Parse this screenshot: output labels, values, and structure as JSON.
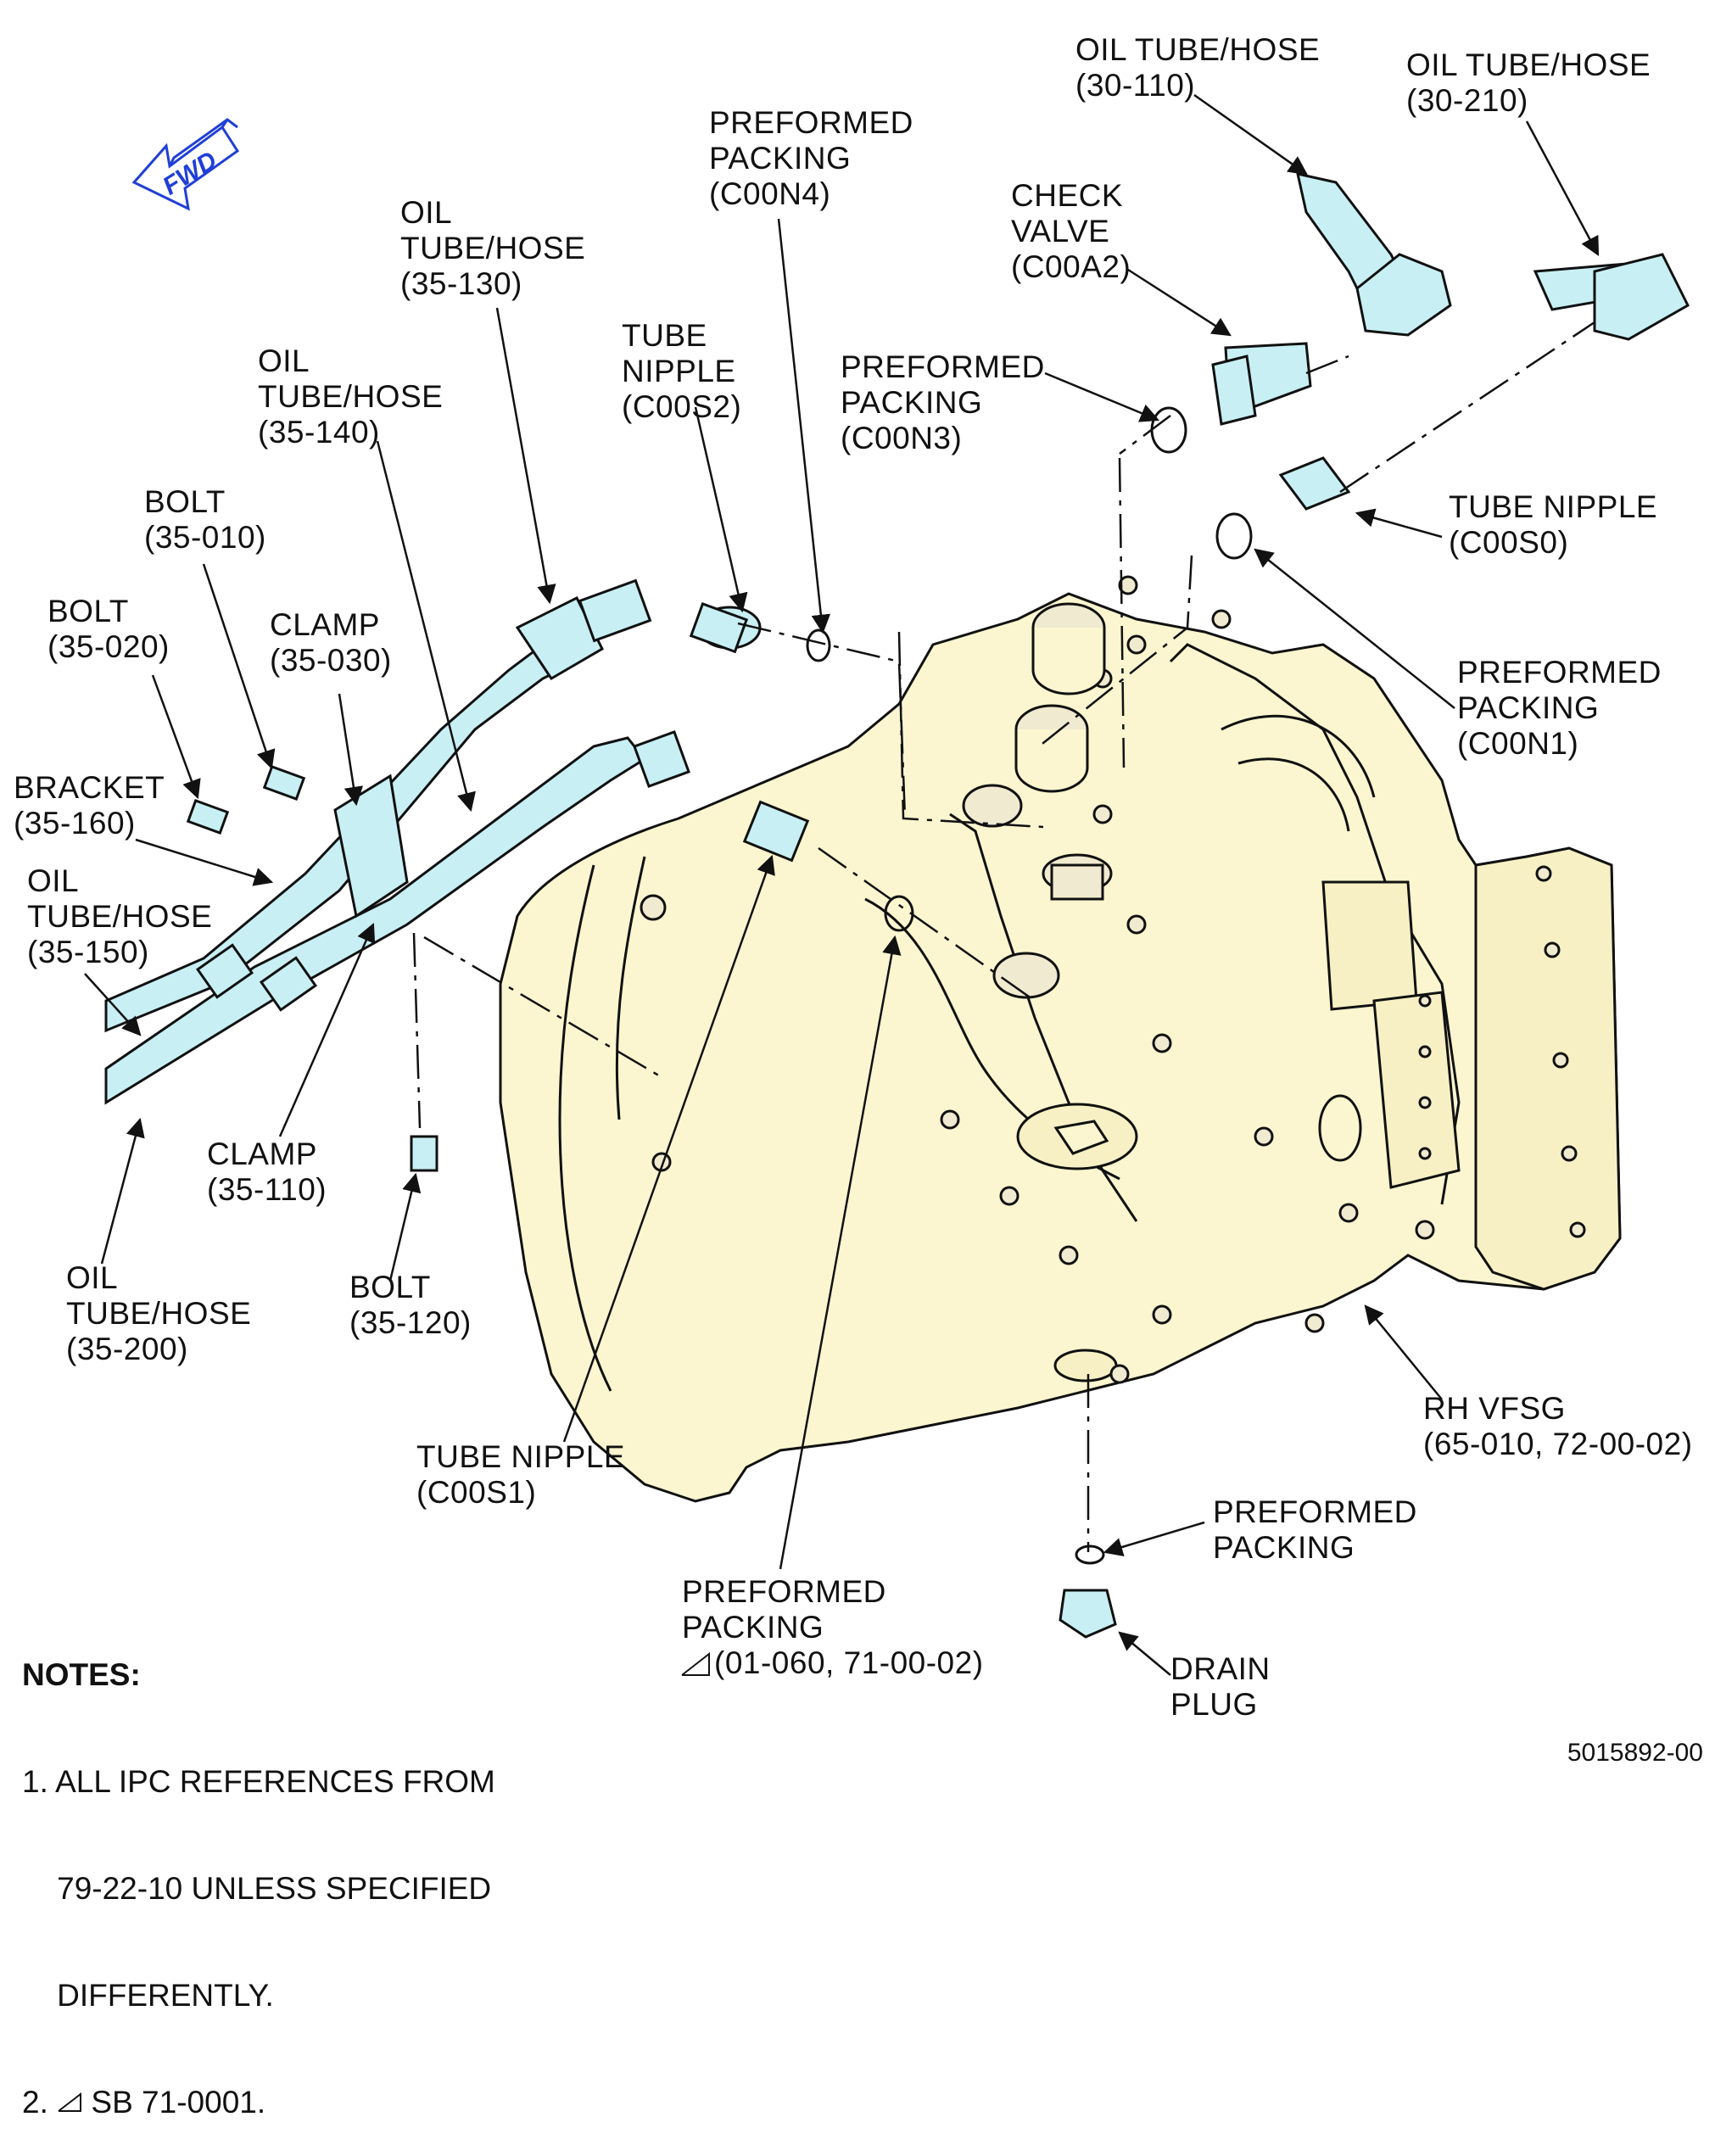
{
  "labels": {
    "oil_30_110": "OIL TUBE/HOSE\n(30-110)",
    "oil_30_210": "OIL TUBE/HOSE\n(30-210)",
    "packing_c00n4": "PREFORMED\nPACKING\n(C00N4)",
    "check_valve": "CHECK\nVALVE\n(C00A2)",
    "oil_35_130": "OIL\nTUBE/HOSE\n(35-130)",
    "tube_nipple_c00s2": "TUBE\nNIPPLE\n(C00S2)",
    "packing_c00n3": "PREFORMED\nPACKING\n(C00N3)",
    "oil_35_140": "OIL\nTUBE/HOSE\n(35-140)",
    "tube_nipple_c00s0": "TUBE NIPPLE\n(C00S0)",
    "bolt_35_010": "BOLT\n(35-010)",
    "bolt_35_020": "BOLT\n(35-020)",
    "clamp_35_030": "CLAMP\n(35-030)",
    "packing_c00n1": "PREFORMED\nPACKING\n(C00N1)",
    "bracket_35_160": "BRACKET\n(35-160)",
    "oil_35_150": "OIL\nTUBE/HOSE\n(35-150)",
    "clamp_35_110": "CLAMP\n(35-110)",
    "oil_35_200": "OIL\nTUBE/HOSE\n(35-200)",
    "bolt_35_120": "BOLT\n(35-120)",
    "rh_vfsg": "RH VFSG\n(65-010, 72-00-02)",
    "tube_nipple_c00s1": "TUBE NIPPLE\n(C00S1)",
    "packing_drain": "PREFORMED\nPACKING",
    "packing_01_060_a": "PREFORMED\nPACKING",
    "packing_01_060_b": "(01-060, 71-00-02)",
    "drain_plug": "DRAIN\nPLUG",
    "fwd": "FWD"
  },
  "notes": {
    "header": "NOTES:",
    "line1": "1. ALL IPC REFERENCES FROM",
    "line2": "    79-22-10 UNLESS SPECIFIED",
    "line3": "    DIFFERENTLY.",
    "line4_a": "2. ",
    "line4_b": " SB 71-0001."
  },
  "doc_number": "5015892-00",
  "colors": {
    "housing_fill": "#fbf6cf",
    "tube_fill": "#c8f0f4",
    "fwd_blue": "#1f3fd6",
    "line": "#111111"
  }
}
